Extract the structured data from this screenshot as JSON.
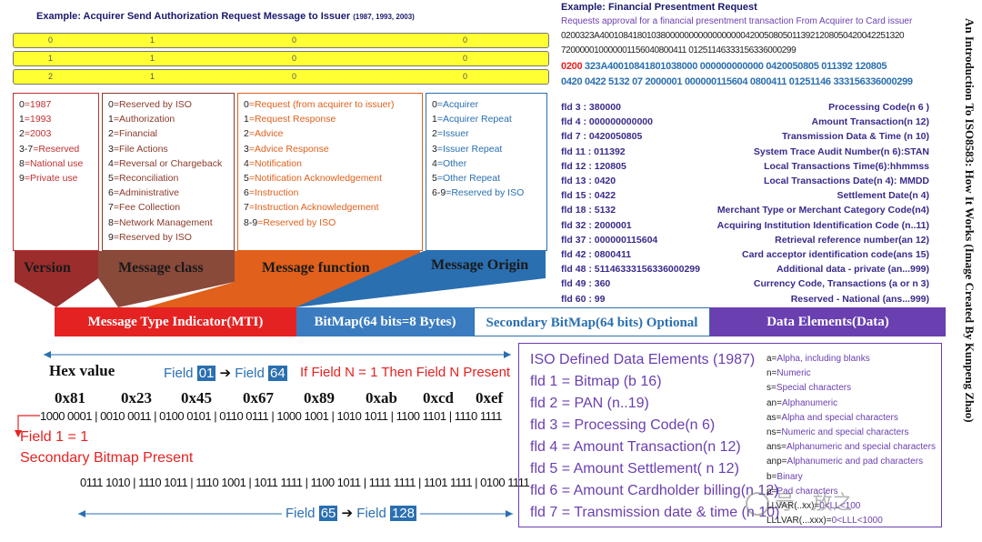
{
  "example1_title": "Example:  Acquirer Send Authorization Request Message to Issuer",
  "example1_years": "(1987, 1993, 2003)",
  "mti_rows": [
    [
      "0",
      "1",
      "0",
      "0"
    ],
    [
      "1",
      "1",
      "0",
      "0"
    ],
    [
      "2",
      "1",
      "0",
      "0"
    ]
  ],
  "version_items": [
    {
      "k": "0",
      "v": "=1987"
    },
    {
      "k": "1",
      "v": "=1993"
    },
    {
      "k": "2",
      "v": "=2003"
    },
    {
      "k": "3-7",
      "v": "=Reserved"
    },
    {
      "k": "8",
      "v": "=National use"
    },
    {
      "k": "9",
      "v": "=Private use"
    }
  ],
  "class_items": [
    {
      "k": "0",
      "v": "=Reserved by ISO"
    },
    {
      "k": "1",
      "v": "=Authorization"
    },
    {
      "k": "2",
      "v": "=Financial"
    },
    {
      "k": "3",
      "v": "=File Actions"
    },
    {
      "k": "4",
      "v": "=Reversal or Chargeback"
    },
    {
      "k": "5",
      "v": "=Reconciliation"
    },
    {
      "k": "6",
      "v": "=Administrative"
    },
    {
      "k": "7",
      "v": "=Fee Collection"
    },
    {
      "k": "8",
      "v": "=Network Management"
    },
    {
      "k": "9",
      "v": "=Reserved by ISO"
    }
  ],
  "function_items": [
    {
      "k": "0",
      "v": "=Request (from acquirer to issuer)"
    },
    {
      "k": "1",
      "v": "=Request Response"
    },
    {
      "k": "2",
      "v": "=Advice"
    },
    {
      "k": "3",
      "v": "=Advice Response"
    },
    {
      "k": "4",
      "v": "=Notification"
    },
    {
      "k": "5",
      "v": "=Notification Acknowledgement"
    },
    {
      "k": "6",
      "v": "=Instruction"
    },
    {
      "k": "7",
      "v": "=Instruction Acknowledgement"
    },
    {
      "k": "8-9",
      "v": "=Reserved by ISO"
    }
  ],
  "origin_items": [
    {
      "k": "0",
      "v": "=Acquirer"
    },
    {
      "k": "1",
      "v": "=Acquirer Repeat"
    },
    {
      "k": "2",
      "v": "=Issuer"
    },
    {
      "k": "3",
      "v": "=Issuer Repeat"
    },
    {
      "k": "4",
      "v": "=Other"
    },
    {
      "k": "5",
      "v": "=Other Repeat"
    },
    {
      "k": "6-9",
      "v": "=Reserved by ISO"
    }
  ],
  "headers": {
    "version": "Version",
    "message_class": "Message class",
    "message_function": "Message function",
    "message_origin": "Message Origin"
  },
  "bars": {
    "mti": "Message Type Indicator(MTI)",
    "bitmap": "BitMap(64 bits=8 Bytes)",
    "secondary": "Secondary BitMap(64 bits) Optional",
    "data": "Data Elements(Data)"
  },
  "example2": {
    "title": "Example:  Financial Presentment Request",
    "subtitle": "Requests approval for a financial presentment transaction From Acquirer to Card issuer",
    "line1": "0200323A40010841801038000000000000000004200508050113921208050420042251320",
    "line2": "720000010000001156040800411     01251146333156336000299",
    "mti_colored": "0200",
    "line3_rest": " 323A40010841801038000 000000000000 0420050805 011392 120805",
    "line4": "0420 0422 5132 07 2000001 000000115604 0800411     01251146 333156336000299"
  },
  "fields": [
    {
      "f": "fld 3 : 380000",
      "d": "Processing Code(n 6 )"
    },
    {
      "f": "fld 4 : 000000000000",
      "d": "Amount Transaction(n 12)"
    },
    {
      "f": "fld 7 : 0420050805",
      "d": "Transmission Data & Time (n 10)"
    },
    {
      "f": "fld 11 : 011392",
      "d": "System Trace Audit Number(n 6):STAN"
    },
    {
      "f": "fld 12 : 120805",
      "d": "Local Transactions Time(6):hhmmss"
    },
    {
      "f": "fld 13 : 0420",
      "d": "Local Transactions Date(n 4): MMDD"
    },
    {
      "f": "fld 15 : 0422",
      "d": "Settlement Date(n 4)"
    },
    {
      "f": "fld 18 : 5132",
      "d": "Merchant Type or Merchant Category Code(n4)"
    },
    {
      "f": "fld 32 : 2000001",
      "d": "Acquiring Institution Identification Code (n..11)"
    },
    {
      "f": "fld 37 : 000000115604",
      "d": "Retrieval reference number(an 12)"
    },
    {
      "f": "fld 42 : 0800411",
      "d": "Card acceptor identification code(ans 15)"
    },
    {
      "f": "fld 48 : 51146333156336000299",
      "d": "Additional data - private (an...999)"
    },
    {
      "f": "fld 49 : 360",
      "d": "Currency Code, Transactions (a or n 3)"
    },
    {
      "f": "fld 60 : 99",
      "d": "Reserved - National (ans...999)"
    }
  ],
  "side_title": "An Introduction To ISO8583: How It Works   (Image Created By Kunpeng Zhao)",
  "bitmap": {
    "hex_label": "Hex value",
    "field_prefix": "Field",
    "field_01": "01",
    "field_64": "64",
    "if_text": "If Field N = 1  Then Field N Present",
    "hex": [
      "0x81",
      "0x23",
      "0x45",
      "0x67",
      "0x89",
      "0xab",
      "0xcd",
      "0xef"
    ],
    "bits": [
      "1000 0001",
      "0010 0011",
      "0100 0101",
      "0110 0111",
      "1000 1001",
      "1010 1011",
      "1100 1101",
      "1110 1111"
    ],
    "field1": "Field 1 = 1",
    "secondary_present": "Secondary Bitmap Present",
    "bits2": "0111 1010 | 1110 1011 | 1110 1001 | 1011 1111 | 1100 1011 | 1111 1111 | 1101 1111 | 0100 1111",
    "field_65": "65",
    "field_128": "128"
  },
  "iso": {
    "title": "ISO Defined Data Elements (1987)",
    "items": [
      "fld 1 = Bitmap (b 16)",
      "fld 2 = PAN (n..19)",
      "fld 3 = Processing Code(n 6)",
      "fld 4 = Amount Transaction(n 12)",
      "fld 5 = Amount Settlement( n 12)",
      "fld 6 = Amount Cardholder billing(n 12)",
      "fld 7 = Transmission date & time (n 10)"
    ]
  },
  "legend": [
    {
      "k": "a=",
      "v": "Alpha, including blanks"
    },
    {
      "k": "n=",
      "v": "Numeric"
    },
    {
      "k": "s=",
      "v": "Special characters"
    },
    {
      "k": "an=",
      "v": "Alphanumeric"
    },
    {
      "k": "as=",
      "v": "Alpha and special characters"
    },
    {
      "k": "ns=",
      "v": "Numeric and special characters"
    },
    {
      "k": "ans=",
      "v": "Alphanumeric and special characters"
    },
    {
      "k": "anp=",
      "v": "Alphanumeric and pad characters"
    },
    {
      "k": "b=",
      "v": "Binary"
    },
    {
      "k": "p=",
      "v": "Pad characters"
    },
    {
      "k": "LLVAR(..xx)=",
      "v": "0<LL<100"
    },
    {
      "k": "LLLVAR(...xxx)=",
      "v": "0<LLL<1000"
    }
  ],
  "watermark": "号 · 放之",
  "colors": {
    "red": "#e02020",
    "orange": "#e0601c",
    "blue": "#2a6fb0",
    "purple": "#6a3fb0",
    "darkred": "#9b2d2d",
    "brown": "#8a3a2a"
  }
}
